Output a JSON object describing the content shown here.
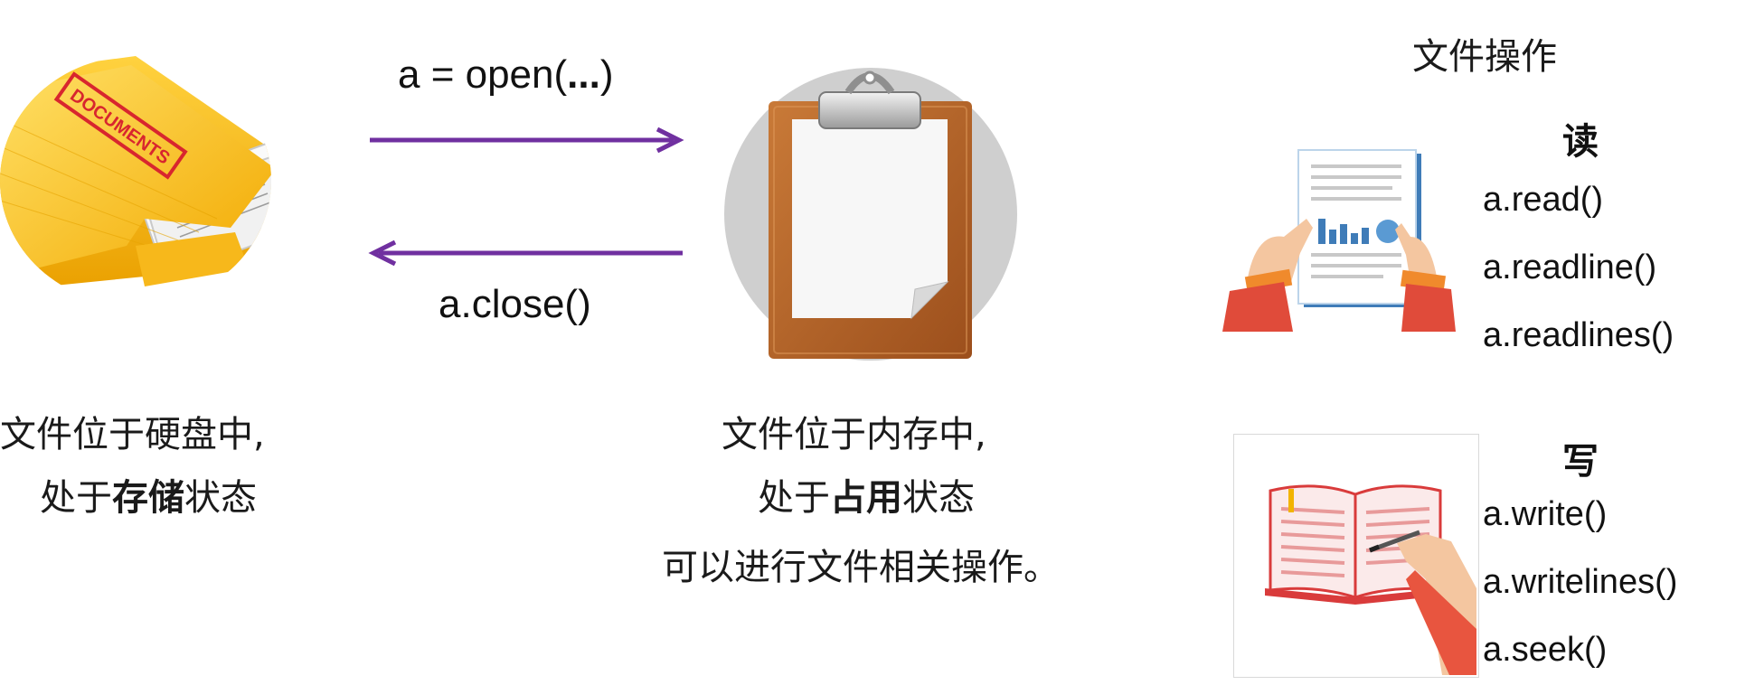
{
  "diagram": {
    "open_call": {
      "prefix": "a = open(",
      "bold": "...",
      "suffix": ")"
    },
    "close_call": "a.close()",
    "disk_state": {
      "line1": "文件位于硬盘中,",
      "line2_pre": "处于",
      "line2_bold": "存储",
      "line2_post": "状态"
    },
    "memory_state": {
      "line1": "文件位于内存中,",
      "line2_pre": "处于",
      "line2_bold": "占用",
      "line2_post": "状态",
      "line3": "可以进行文件相关操作。"
    },
    "operations": {
      "title": "文件操作",
      "read": {
        "heading": "读",
        "methods": [
          "a.read()",
          "a.readline()",
          "a.readlines()"
        ]
      },
      "write": {
        "heading": "写",
        "methods": [
          "a.write()",
          "a.writelines()",
          "a.seek()"
        ]
      }
    },
    "folder_label": "DOCUMENTS",
    "colors": {
      "arrow": "#7030a0",
      "folder": "#f7c21a",
      "folder_stamp": "#d8262e",
      "clipboard": "#b8652a",
      "clip_circle": "#cfcfcf"
    },
    "icons": [
      "folder-icon",
      "clipboard-icon",
      "reading-document-icon",
      "writing-book-icon"
    ]
  }
}
